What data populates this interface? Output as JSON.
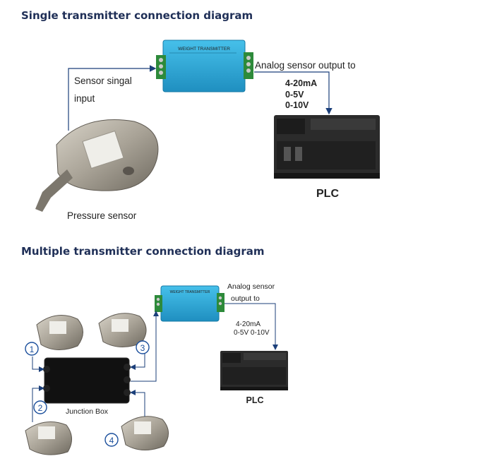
{
  "section1": {
    "heading": "Single transmitter connection diagram",
    "transmitter_label": "WEIGHT TRANSMITTER",
    "sensor_input_line1": "Sensor singal",
    "sensor_input_line2": "input",
    "output_label": "Analog sensor output to",
    "signal_ma": "4-20mA",
    "signal_5v": "0-5V",
    "signal_10v": "0-10V",
    "plc_label": "PLC",
    "sensor_label": "Pressure sensor"
  },
  "section2": {
    "heading": "Multiple transmitter connection diagram",
    "transmitter_label": "WEIGHT TRANSMITTER",
    "output_line1": "Analog sensor",
    "output_line2": "output to",
    "signal_ma": "4-20mA",
    "signal_v": "0-5V  0-10V",
    "plc_label": "PLC",
    "junction_label": "Junction Box",
    "sensor_numbers": [
      "1",
      "2",
      "3",
      "4"
    ]
  },
  "colors": {
    "heading": "#1f2f57",
    "transmitter": "#2aa9d9",
    "terminal": "#2d8a3a",
    "plc_body": "#2b2b2b",
    "arrow": "#1b3f7a",
    "circle_number": "#1b4f9c"
  }
}
